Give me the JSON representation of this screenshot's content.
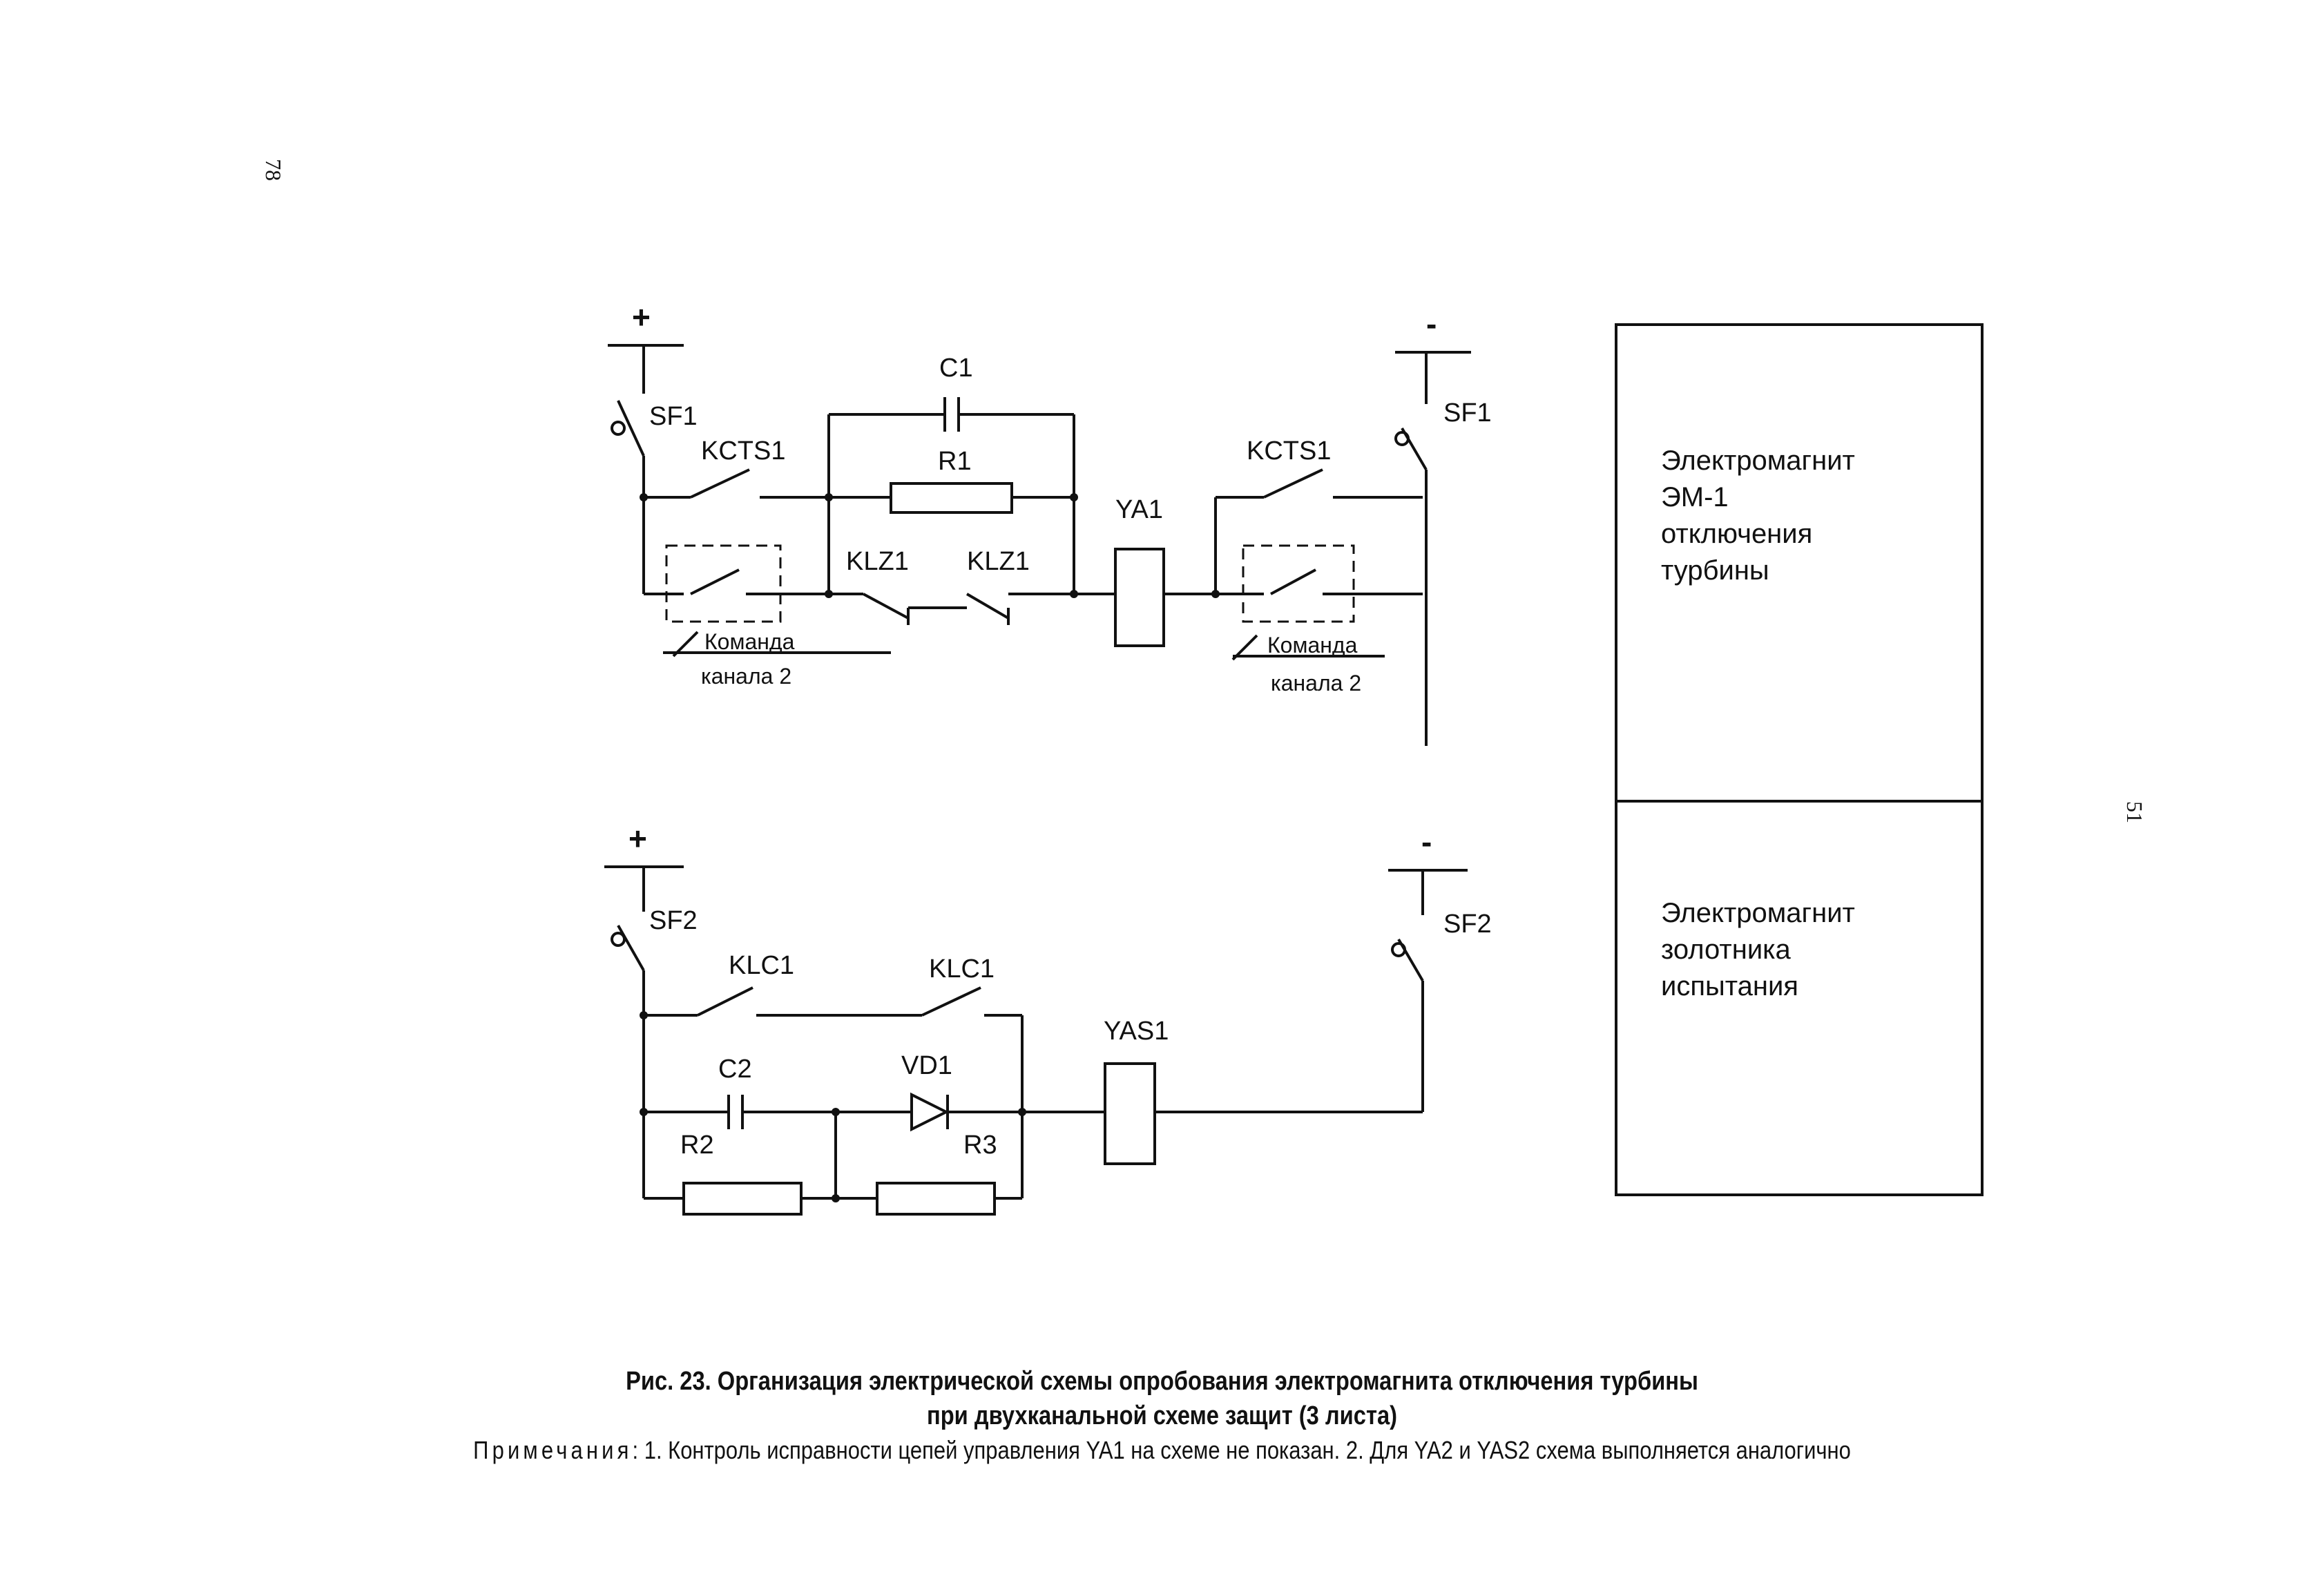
{
  "page_numbers": {
    "top_left": "78",
    "right": "51"
  },
  "circuit_1": {
    "plus": "+",
    "minus": "-",
    "breaker_left": "SF1",
    "breaker_right": "SF1",
    "capacitor": "C1",
    "resistor": "R1",
    "contact_left": "KCTS1",
    "contact_right": "KCTS1",
    "contact_klz_1": "KLZ1",
    "contact_klz_2": "KLZ1",
    "coil": "YA1",
    "command_left_line1": "Команда",
    "command_left_line2": "канала 2",
    "command_right_line1": "Команда",
    "command_right_line2": "канала 2"
  },
  "circuit_2": {
    "plus": "+",
    "minus": "-",
    "breaker_left": "SF2",
    "breaker_right": "SF2",
    "contact_1": "KLC1",
    "contact_2": "KLC1",
    "capacitor": "C2",
    "diode": "VD1",
    "resistor_left": "R2",
    "resistor_right": "R3",
    "coil": "YAS1"
  },
  "box_top": {
    "line1": "Электромагнит",
    "line2": "ЭМ-1",
    "line3": "отключения",
    "line4": "турбины"
  },
  "box_bottom": {
    "line1": "Электромагнит",
    "line2": "золотника",
    "line3": "испытания"
  },
  "caption": {
    "title_line1": "Рис. 23. Организация электрической схемы опробования электромагнита отключения турбины",
    "title_line2": "при двухканальной схеме защит (3 листа)",
    "note_label": "Примечания",
    "note_text": ": 1. Контроль исправности цепей управления YA1 на схеме не показан.  2. Для YA2 и YAS2 схема выполняется аналогично"
  }
}
